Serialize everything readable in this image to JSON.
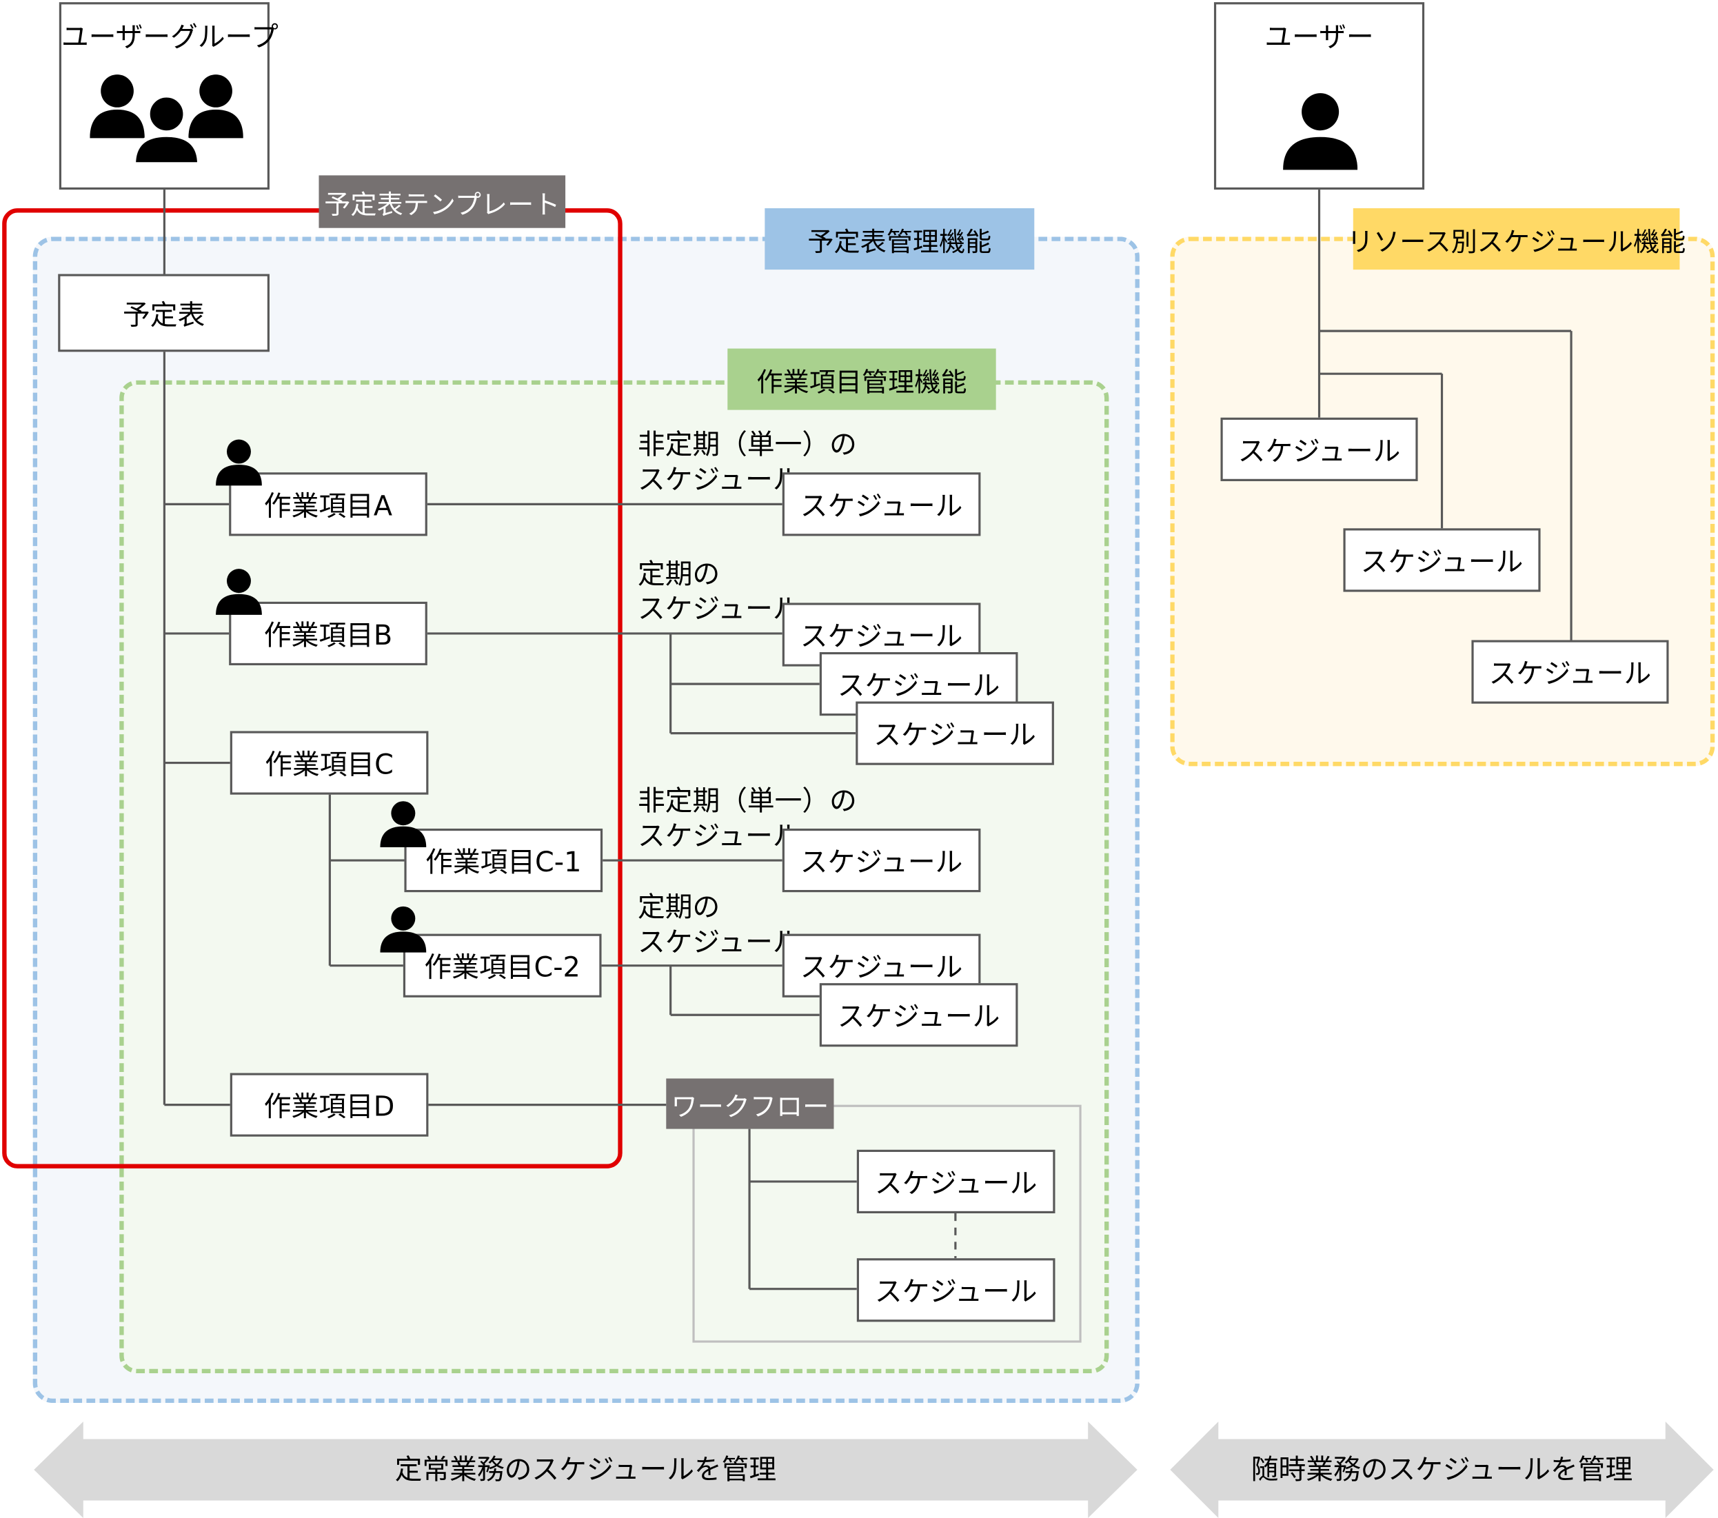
{
  "user_group": {
    "title": "ユーザーグループ",
    "icon": "user-group-icon"
  },
  "user": {
    "title": "ユーザー",
    "icon": "user-icon"
  },
  "template_label": "予定表テンプレート",
  "calendar_mgmt_label": "予定表管理機能",
  "work_item_mgmt_label": "作業項目管理機能",
  "resource_schedule_label": "リソース別スケジュール機能",
  "calendar": "予定表",
  "work_items": {
    "a": "作業項目A",
    "b": "作業項目B",
    "c": "作業項目C",
    "c1": "作業項目C-1",
    "c2": "作業項目C-2",
    "d": "作業項目D"
  },
  "annotations": {
    "irregular_1": "非定期（単一）の",
    "schedule_1": "スケジュール",
    "regular_1": "定期の",
    "schedule_2": "スケジュール",
    "irregular_2": "非定期（単一）の",
    "schedule_3": "スケジュール",
    "regular_2": "定期の",
    "schedule_4": "スケジュール"
  },
  "workflow_label": "ワークフロー",
  "schedule_label": "スケジュール",
  "arrows": {
    "routine": "定常業務のスケジュールを管理",
    "adhoc": "随時業務のスケジュールを管理"
  },
  "colors": {
    "template_border": "#e00000",
    "calendar_mgmt": "#9dc3e6",
    "work_item_mgmt": "#a9d18e",
    "resource": "#ffd966",
    "gray_tag": "#767171",
    "arrow": "#d9d9d9"
  }
}
